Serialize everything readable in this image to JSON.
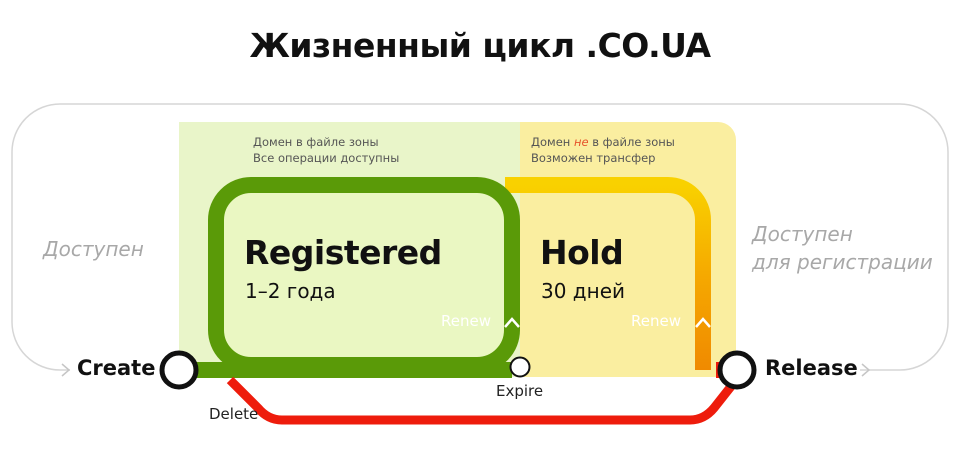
{
  "title": "Жизненный цикл .CO.UA",
  "zones": {
    "in_zone_line1": "Домен в файле зоны",
    "in_zone_line2": "Все операции доступны",
    "not_in_zone_prefix": "Домен ",
    "not_in_zone_em": "не",
    "not_in_zone_suffix": " в файле зоны",
    "not_in_zone_line2": "Возможен трансфер"
  },
  "states": {
    "registered": {
      "label": "Registered",
      "duration": "1–2 года"
    },
    "hold": {
      "label": "Hold",
      "duration": "30 дней"
    }
  },
  "available_left": "Доступен",
  "available_right_line1": "Доступен",
  "available_right_line2": "для регистрации",
  "transitions": {
    "create": "Create",
    "release": "Release",
    "renew_registered": "Renew",
    "renew_hold": "Renew",
    "expire": "Expire",
    "delete": "Delete"
  },
  "colors": {
    "green": "#5a9a08",
    "green_zone": "#e9f5c9",
    "yellow_zone": "#faeea0",
    "orange": "#f5b400",
    "red": "#ee1c0c",
    "grey_line": "#d4d4d4"
  }
}
